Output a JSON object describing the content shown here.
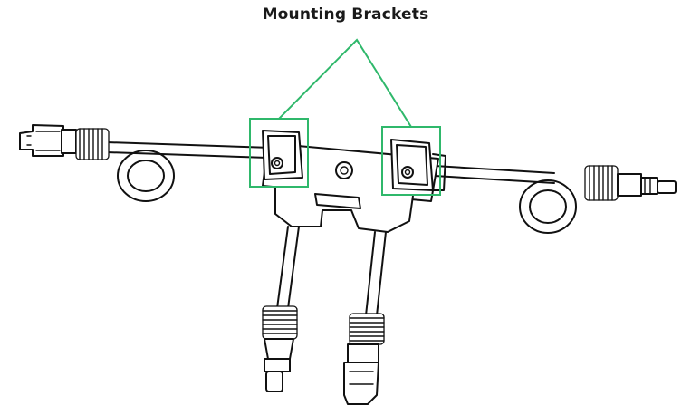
{
  "callout": {
    "label": "Mounting Brackets",
    "color": "#2fb86b"
  },
  "icons": [
    "connector-male",
    "connector-female",
    "mounting-bracket",
    "cable-loop",
    "screw-hole"
  ]
}
